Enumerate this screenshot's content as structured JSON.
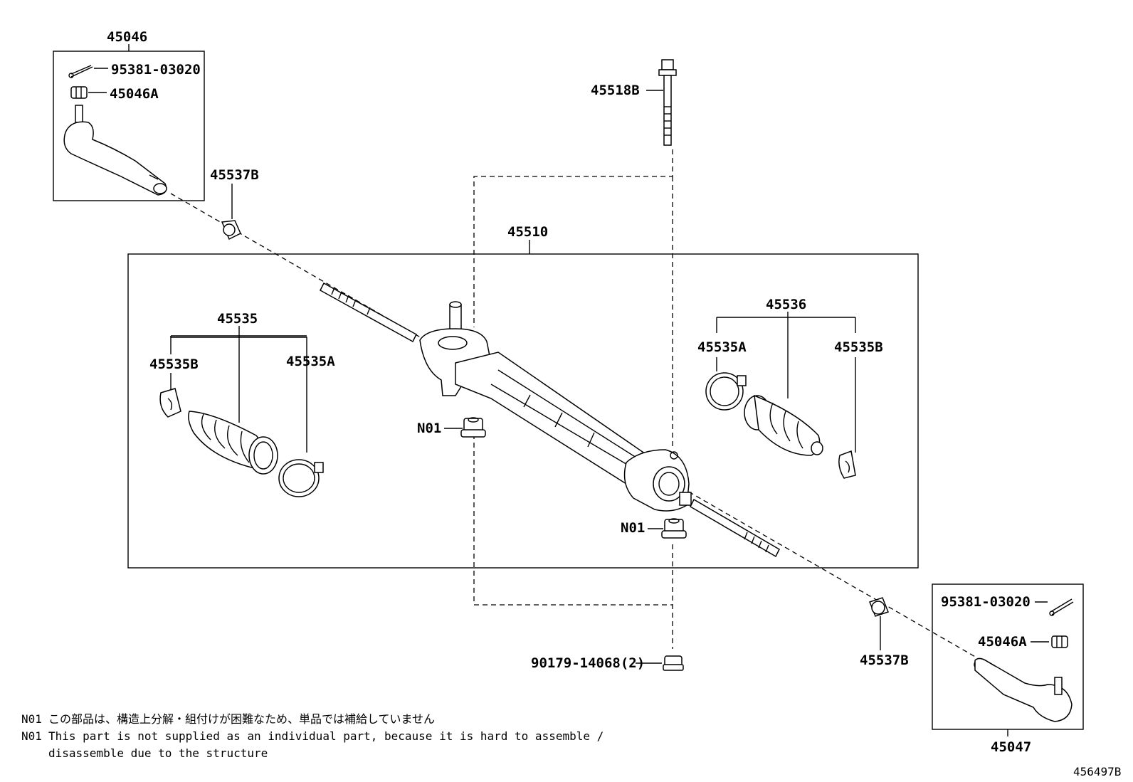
{
  "labels": {
    "p45046": "45046",
    "p95381_top": "95381-03020",
    "p45046A_top": "45046A",
    "p45537B_top": "45537B",
    "p45518B": "45518B",
    "p45510": "45510",
    "p45535": "45535",
    "p45535B_left": "45535B",
    "p45535A_left": "45535A",
    "p45536": "45536",
    "p45535A_right": "45535A",
    "p45535B_right": "45535B",
    "n01_top": "N01",
    "n01_bottom": "N01",
    "p90179": "90179-14068(2)",
    "p45537B_bottom": "45537B",
    "p95381_bottom": "95381-03020",
    "p45046A_bottom": "45046A",
    "p45047": "45047"
  },
  "notes": {
    "jp_prefix": "N01",
    "jp_text": "この部品は、構造上分解・組付けが困難なため、単品では補給していません",
    "en_prefix": "N01",
    "en_line1": "This part is not supplied as an individual part, because it is hard to assemble /",
    "en_line2": "disassemble due to the structure"
  },
  "figure_code": "456497B"
}
